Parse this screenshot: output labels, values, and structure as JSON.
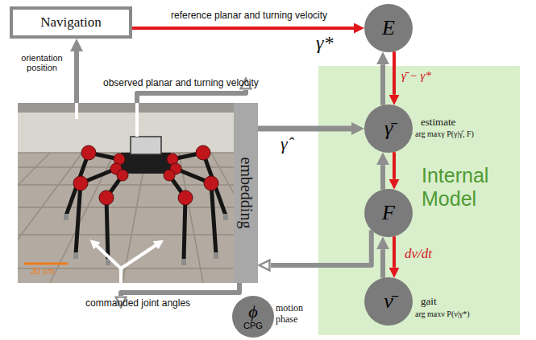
{
  "diagram": {
    "nodes": [
      {
        "text": [
          "Navigation"
        ]
      },
      {
        "text": [
          "E"
        ]
      },
      {
        "text": [
          "Internal Model"
        ]
      },
      {
        "text": [
          "γ̄",
          "estimate",
          "arg maxγ P(γ|γ̂, F)"
        ],
        "in": 2
      },
      {
        "text": [
          "F"
        ],
        "in": 2
      },
      {
        "text": [
          "ν̄",
          "gait",
          "arg maxν P(ν|γ*)"
        ],
        "in": 2
      },
      {
        "text": [
          "30 cm"
        ]
      },
      {
        "text": [
          "embedding"
        ]
      },
      {
        "text": [
          "ϕ",
          "CPG",
          "motion phase"
        ]
      }
    ],
    "edges": [
      {
        "from": 0,
        "to": 1,
        "label": "reference planar and turning velocity",
        "arrow": "to"
      },
      {
        "from": 1,
        "to": 3,
        "label": "γ̄ − γ*",
        "arrow": "to"
      },
      {
        "from": 3,
        "to": 1,
        "arrow": "to"
      },
      {
        "from": 3,
        "to": 4,
        "arrow": "to"
      },
      {
        "from": 4,
        "to": 3,
        "arrow": "to"
      },
      {
        "from": 4,
        "to": 5,
        "label": "dν/dt",
        "arrow": "to"
      },
      {
        "from": 5,
        "to": 4,
        "arrow": "to"
      },
      {
        "from": 6,
        "to": 0,
        "label": "orientation position",
        "arrow": "to"
      },
      {
        "from": 6,
        "to": 7,
        "label": "observed planar and turning velocity",
        "arrow": "to"
      },
      {
        "from": 7,
        "to": 3,
        "label": "γ̂",
        "arrow": "to"
      },
      {
        "from": 4,
        "to": 7,
        "arrow": "to"
      },
      {
        "from": 7,
        "to": 6,
        "label": "commanded joint angles",
        "arrow": "to"
      }
    ],
    "labels": [
      "γ*"
    ]
  }
}
